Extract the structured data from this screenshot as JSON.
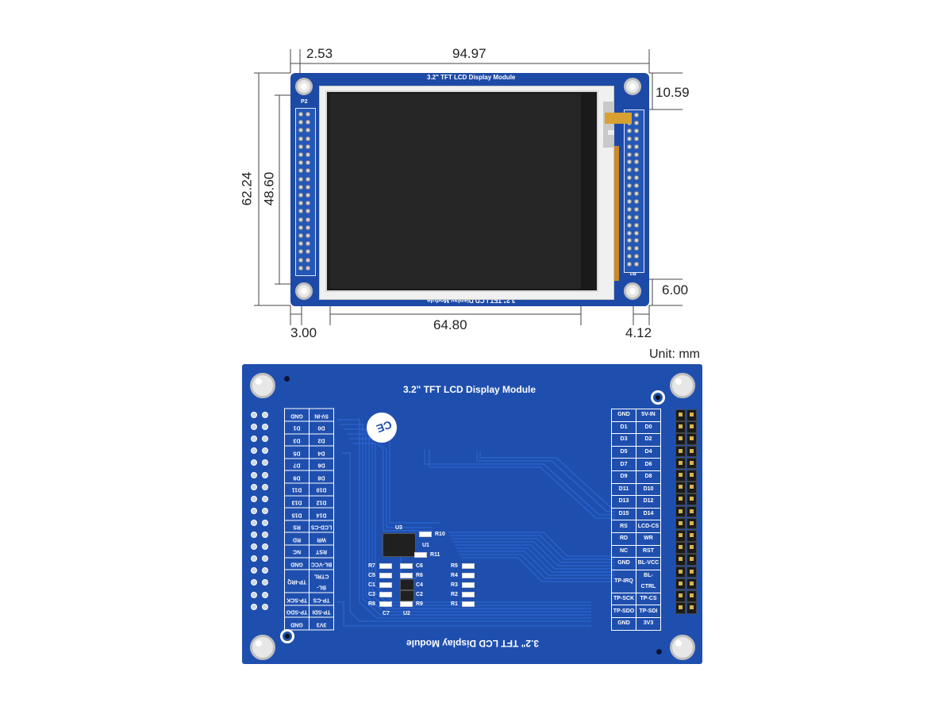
{
  "front": {
    "dims": {
      "pcb_width": "94.97",
      "edge_left": "2.53",
      "top_right": "10.59",
      "height_outer": "62.24",
      "height_active": "48.60",
      "bottom_right": "6.00",
      "bottom_left": "3.00",
      "active_width": "64.80",
      "right_gap": "4.12"
    },
    "silk_top": "3.2\" TFT LCD Display Module",
    "silk_bottom": "3.2\" TFT LCD Display Module",
    "header_left_label": "P2",
    "header_right_label": "P1",
    "unit": "Unit: mm"
  },
  "back": {
    "title_top": "3.2\" TFT LCD Display Module",
    "title_bottom": "3.2\" TFT LCD Display Module",
    "left_table": [
      [
        "3V3",
        "GND"
      ],
      [
        "TP-SDI",
        "TP-SDO"
      ],
      [
        "TP-CS",
        "TP-SCK"
      ],
      [
        "BL-CTRL",
        "TP-IRQ"
      ],
      [
        "BL-VCC",
        "GND"
      ],
      [
        "RST",
        "NC"
      ],
      [
        "WR",
        "RD"
      ],
      [
        "LCD-CS",
        "RS"
      ],
      [
        "D14",
        "D15"
      ],
      [
        "D12",
        "D13"
      ],
      [
        "D10",
        "D11"
      ],
      [
        "D8",
        "D9"
      ],
      [
        "D6",
        "D7"
      ],
      [
        "D4",
        "D5"
      ],
      [
        "D2",
        "D3"
      ],
      [
        "D0",
        "D1"
      ],
      [
        "5V-IN",
        "GND"
      ]
    ],
    "right_table": [
      [
        "GND",
        "5V-IN"
      ],
      [
        "D1",
        "D0"
      ],
      [
        "D3",
        "D2"
      ],
      [
        "D5",
        "D4"
      ],
      [
        "D7",
        "D6"
      ],
      [
        "D9",
        "D8"
      ],
      [
        "D11",
        "D10"
      ],
      [
        "D13",
        "D12"
      ],
      [
        "D15",
        "D14"
      ],
      [
        "RS",
        "LCD-CS"
      ],
      [
        "RD",
        "WR"
      ],
      [
        "NC",
        "RST"
      ],
      [
        "GND",
        "BL-VCC"
      ],
      [
        "TP-IRQ",
        "BL-CTRL"
      ],
      [
        "TP-SCK",
        "TP-CS"
      ],
      [
        "TP-SDO",
        "TP-SDI"
      ],
      [
        "GND",
        "3V3"
      ]
    ],
    "components": {
      "u3": "U3",
      "u1": "U1",
      "u2": "U2",
      "r10": "R10",
      "r11": "R11",
      "r7": "R7",
      "c6": "C6",
      "r5": "R5",
      "c5": "C5",
      "r6": "R6",
      "r4": "R4",
      "c1": "C1",
      "c4": "C4",
      "r3": "R3",
      "c3": "C3",
      "c2": "C2",
      "r2": "R2",
      "r8": "R8",
      "r9": "R9",
      "r1": "R1",
      "c7": "C7",
      "ce_mark": "CE"
    }
  }
}
